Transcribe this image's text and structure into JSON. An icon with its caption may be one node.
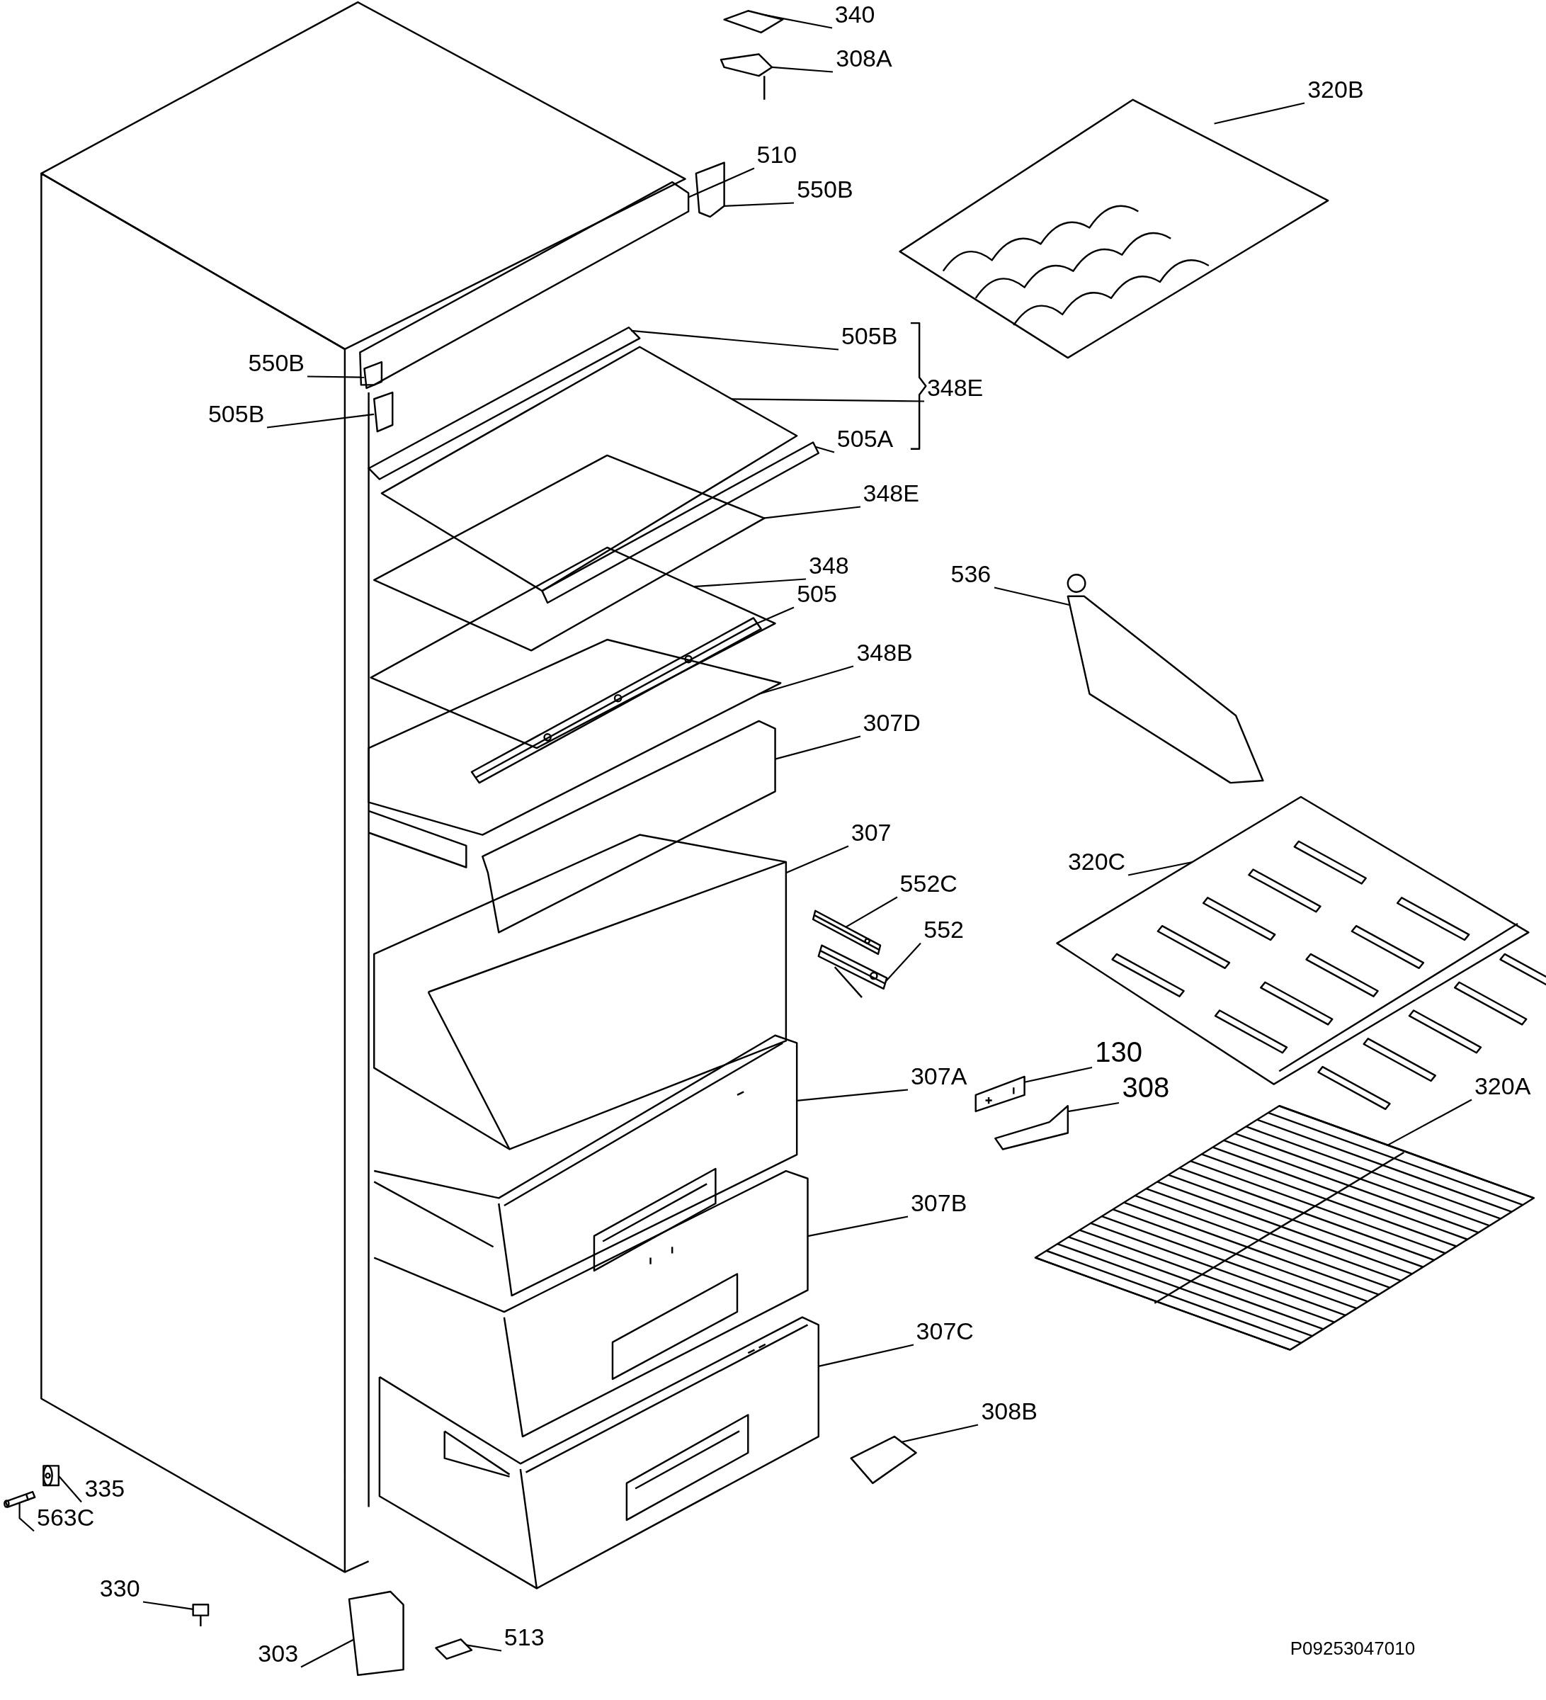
{
  "diagram": {
    "nodes": [
      {
        "text": [
          "340"
        ]
      },
      {
        "text": [
          "308A"
        ]
      },
      {
        "text": [
          "320B"
        ]
      },
      {
        "text": [
          "510"
        ]
      },
      {
        "text": [
          "550B"
        ]
      },
      {
        "text": [
          "505B"
        ]
      },
      {
        "text": [
          "348E"
        ]
      },
      {
        "text": [
          "550B"
        ]
      },
      {
        "text": [
          "505B"
        ]
      },
      {
        "text": [
          "505A"
        ]
      },
      {
        "text": [
          "348E"
        ]
      },
      {
        "text": [
          "348"
        ]
      },
      {
        "text": [
          "505"
        ]
      },
      {
        "text": [
          "348B"
        ]
      },
      {
        "text": [
          "536"
        ]
      },
      {
        "text": [
          "307D"
        ]
      },
      {
        "text": [
          "307"
        ]
      },
      {
        "text": [
          "552C"
        ]
      },
      {
        "text": [
          "552"
        ]
      },
      {
        "text": [
          "320C"
        ]
      },
      {
        "text": [
          "130"
        ]
      },
      {
        "text": [
          "308"
        ]
      },
      {
        "text": [
          "307A"
        ]
      },
      {
        "text": [
          "320A"
        ]
      },
      {
        "text": [
          "307B"
        ]
      },
      {
        "text": [
          "307C"
        ]
      },
      {
        "text": [
          "308B"
        ]
      },
      {
        "text": [
          "335"
        ]
      },
      {
        "text": [
          "563C"
        ]
      },
      {
        "text": [
          "330"
        ]
      },
      {
        "text": [
          "303"
        ]
      },
      {
        "text": [
          "513"
        ]
      },
      {
        "text": [],
        "shape": "picture"
      },
      {
        "text": [],
        "shape": "picture"
      },
      {
        "text": [],
        "shape": "picture"
      },
      {
        "text": [],
        "shape": "picture"
      },
      {
        "text": [],
        "shape": "picture"
      },
      {
        "text": [],
        "shape": "picture"
      },
      {
        "text": [],
        "shape": "picture"
      },
      {
        "text": [],
        "shape": "picture"
      },
      {
        "text": [],
        "shape": "picture"
      },
      {
        "text": [],
        "shape": "picture"
      },
      {
        "text": [],
        "shape": "picture"
      },
      {
        "text": [],
        "shape": "picture"
      },
      {
        "text": [],
        "shape": "picture"
      },
      {
        "text": [],
        "shape": "picture"
      },
      {
        "text": [],
        "shape": "picture"
      },
      {
        "text": [],
        "shape": "picture"
      },
      {
        "text": [],
        "shape": "picture"
      },
      {
        "text": [],
        "shape": "picture"
      },
      {
        "text": [],
        "shape": "picture"
      },
      {
        "text": [],
        "shape": "picture"
      },
      {
        "text": [],
        "shape": "picture"
      },
      {
        "text": [],
        "shape": "picture"
      },
      {
        "text": [],
        "shape": "picture"
      },
      {
        "text": [],
        "shape": "picture"
      },
      {
        "text": [],
        "shape": "picture"
      },
      {
        "text": [],
        "shape": "picture"
      },
      {
        "text": [],
        "shape": "picture"
      },
      {
        "text": [],
        "shape": "picture"
      },
      {
        "text": [],
        "shape": "picture"
      },
      {
        "text": [],
        "shape": "picture"
      },
      {
        "text": [],
        "shape": "picture"
      },
      {
        "text": [],
        "shape": "picture"
      }
    ],
    "edges": [
      {
        "from": 0,
        "to": 32,
        "arrow": "none"
      },
      {
        "from": 1,
        "to": 33,
        "arrow": "none"
      },
      {
        "from": 2,
        "to": 34,
        "arrow": "none"
      },
      {
        "from": 3,
        "to": 35,
        "arrow": "none"
      },
      {
        "from": 4,
        "to": 36,
        "arrow": "none"
      },
      {
        "from": 5,
        "to": 37,
        "arrow": "none"
      },
      {
        "from": 6,
        "to": 38,
        "arrow": "none"
      },
      {
        "from": 7,
        "to": 39,
        "arrow": "none"
      },
      {
        "from": 8,
        "to": 40,
        "arrow": "none"
      },
      {
        "from": 9,
        "to": 41,
        "arrow": "none"
      },
      {
        "from": 10,
        "to": 42,
        "arrow": "none"
      },
      {
        "from": 11,
        "to": 43,
        "arrow": "none"
      },
      {
        "from": 12,
        "to": 44,
        "arrow": "none"
      },
      {
        "from": 13,
        "to": 45,
        "arrow": "none"
      },
      {
        "from": 14,
        "to": 46,
        "arrow": "none"
      },
      {
        "from": 15,
        "to": 47,
        "arrow": "none"
      },
      {
        "from": 16,
        "to": 48,
        "arrow": "none"
      },
      {
        "from": 17,
        "to": 49,
        "arrow": "none"
      },
      {
        "from": 18,
        "to": 50,
        "arrow": "none"
      },
      {
        "from": 19,
        "to": 51,
        "arrow": "none"
      },
      {
        "from": 20,
        "to": 52,
        "arrow": "none"
      },
      {
        "from": 21,
        "to": 53,
        "arrow": "none"
      },
      {
        "from": 22,
        "to": 54,
        "arrow": "none"
      },
      {
        "from": 23,
        "to": 55,
        "arrow": "none"
      },
      {
        "from": 24,
        "to": 56,
        "arrow": "none"
      },
      {
        "from": 25,
        "to": 57,
        "arrow": "none"
      },
      {
        "from": 26,
        "to": 58,
        "arrow": "none"
      },
      {
        "from": 27,
        "to": 59,
        "arrow": "none"
      },
      {
        "from": 28,
        "to": 60,
        "arrow": "none"
      },
      {
        "from": 29,
        "to": 61,
        "arrow": "none"
      },
      {
        "from": 30,
        "to": 62,
        "arrow": "none"
      },
      {
        "from": 31,
        "to": 63,
        "arrow": "none"
      }
    ],
    "labels": [
      "P09253047010"
    ]
  }
}
